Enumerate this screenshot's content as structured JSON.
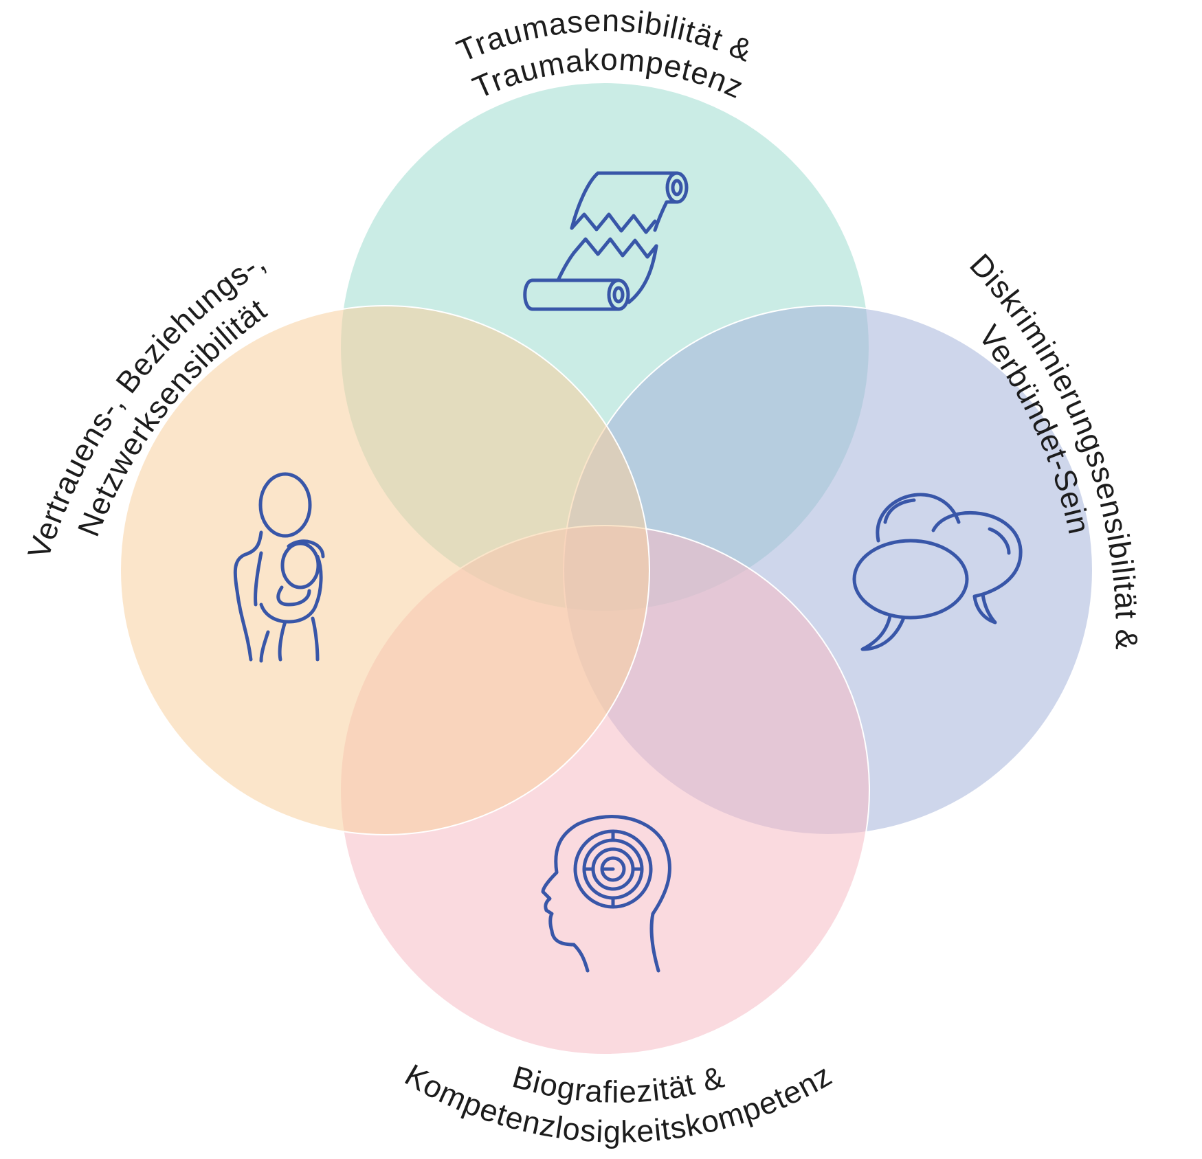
{
  "diagram": {
    "type": "four-circle-venn",
    "colors": {
      "top": "#a6e0d3",
      "right": "#a5b4db",
      "bottom": "#f5bcc4",
      "left": "#f7cf9f",
      "icon": "#3856a8",
      "outline": "#ffffff"
    },
    "circles": [
      {
        "id": "top",
        "label_lines": [
          "Traumasensibilität &",
          "Traumakompetenz"
        ],
        "icon": "scroll-icon"
      },
      {
        "id": "right",
        "label_lines": [
          "Diskriminierungssensibilität &",
          "Verbündet-Sein"
        ],
        "icon": "speech-bubbles-icon"
      },
      {
        "id": "bottom",
        "label_lines": [
          "Biografiezität &",
          "Kompetenzlosigkeitskompetenz"
        ],
        "icon": "head-maze-icon"
      },
      {
        "id": "left",
        "label_lines": [
          "Vertrauens-, Beziehungs-,",
          "Netzwerksensibilität"
        ],
        "icon": "parent-child-icon"
      }
    ]
  }
}
